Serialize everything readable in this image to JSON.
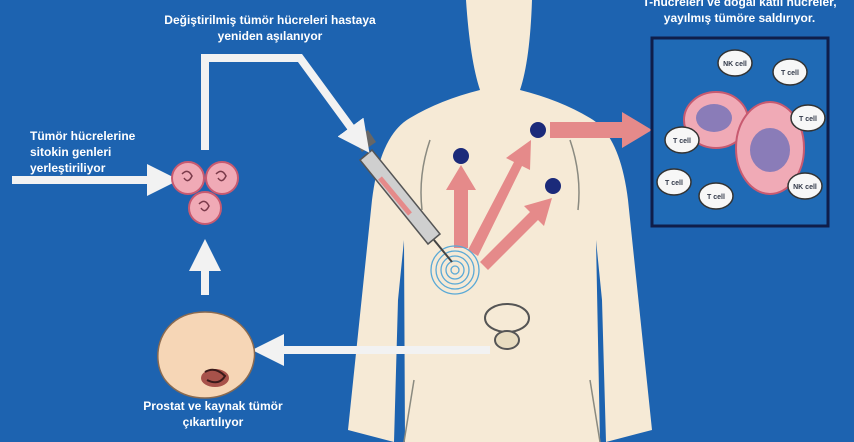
{
  "captions": {
    "inject": "Değiştirilmiş tümör hücreleri hastaya\nyeniden aşılanıyor",
    "cytokine": "Tümör hücrelerine\nsitokin genleri\nyerleştiriliyor",
    "attack": "T-hücreleri ve doğal katil hücreler,\nyayılmış tümöre saldırıyor.",
    "prostate": "Prostat ve kaynak tümör\nçıkartılıyor"
  },
  "inset": {
    "cell_labels": [
      "NK cell",
      "T cell",
      "T cell",
      "T cell",
      "T cell",
      "NK cell",
      "T cell"
    ]
  },
  "colors": {
    "background": "#1d63b0",
    "arrow_white": "#f2f2f2",
    "arrow_pink": "#e58a8a",
    "body": "#f6ead6",
    "metastasis": "#1b2a7a",
    "cell_pink": "#f0aab6",
    "nucleus": "#8a7cb8"
  }
}
